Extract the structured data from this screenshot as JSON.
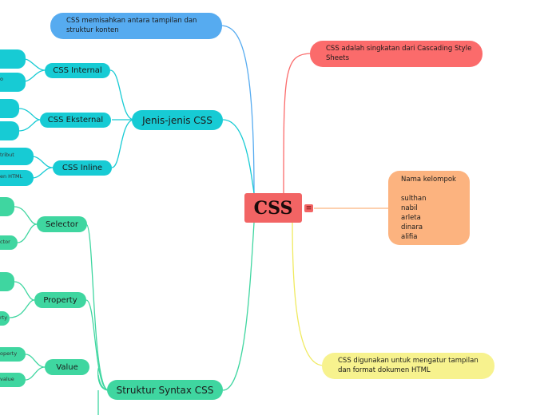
{
  "central": {
    "label": "CSS"
  },
  "right_nodes": {
    "singkatan": "CSS adalah singkatan dari Cascading Style Sheets",
    "kelompok_title": "Nama kelompok",
    "kelompok_members": [
      "sulthan",
      "nabil",
      "arleta",
      "dinara",
      "alifia"
    ],
    "kegunaan": "CSS digunakan untuk mengatur tampilan dan format dokumen HTML"
  },
  "left_nodes": {
    "pemisah": "CSS memisahkan antara tampilan dan struktur konten",
    "jenis": "Jenis-jenis CSS",
    "internal": "CSS Internal",
    "eksternal": "CSS Eksternal",
    "inline": "CSS Inline",
    "struktur": "Struktur Syntax CSS",
    "selector": "Selector",
    "property": "Property",
    "value": "Value"
  },
  "partial_labels": {
    "internal_cut": "o",
    "inline_cut_1": "tribut",
    "inline_cut_2": "en HTML",
    "selector_cut": "ctor",
    "property_cut": "rty",
    "value_cut_1": "operty",
    "value_cut_2": "value"
  },
  "colors": {
    "central": "#f26464",
    "blue": "#56abf0",
    "red": "#fb6b6b",
    "orange": "#fcb37f",
    "yellow": "#f7f28e",
    "cyan": "#17cbd4",
    "green": "#3fd6a0"
  }
}
